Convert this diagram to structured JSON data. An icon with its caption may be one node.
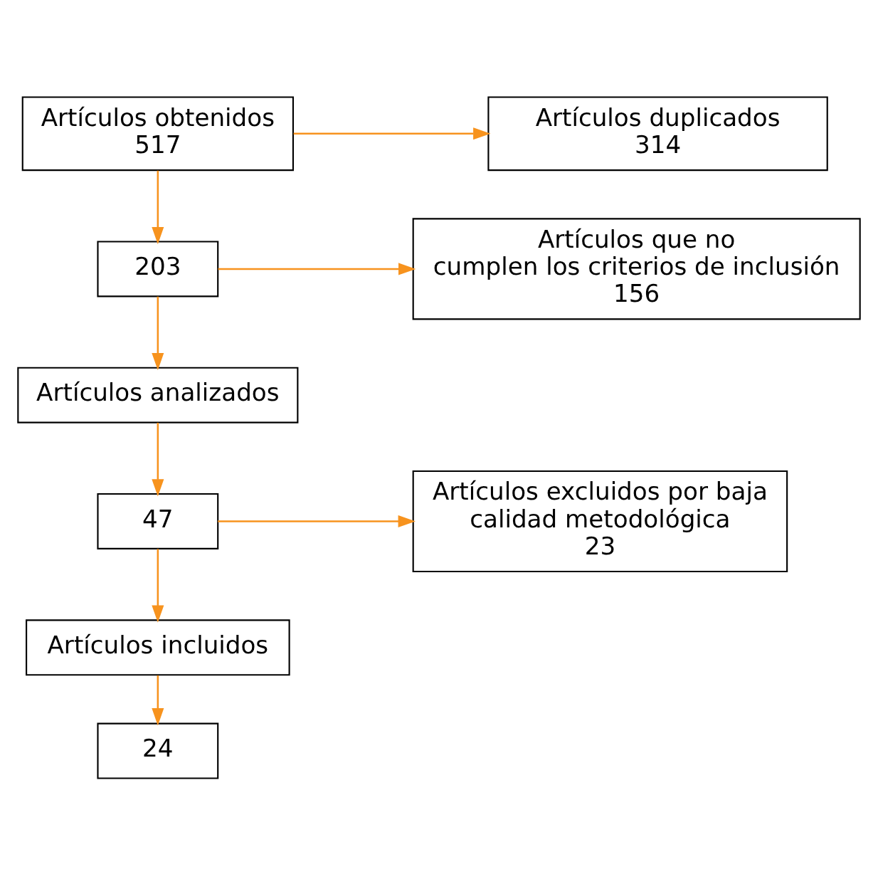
{
  "diagram": {
    "nodes": [
      {
        "text": [
          "Artículos obtenidos",
          "517"
        ]
      },
      {
        "text": [
          "Artículos duplicados",
          "314"
        ]
      },
      {
        "text": [
          "203"
        ]
      },
      {
        "text": [
          "Artículos que no cumplen los criterios de inclusión",
          "156"
        ]
      },
      {
        "text": [
          "Artículos analizados"
        ]
      },
      {
        "text": [
          "47"
        ]
      },
      {
        "text": [
          "Artículos excluidos por baja calidad metodológica",
          "23"
        ]
      },
      {
        "text": [
          "Artículos incluidos"
        ]
      },
      {
        "text": [
          "24"
        ]
      }
    ],
    "edges": [
      {
        "from": 0,
        "to": 1,
        "arrow": "to"
      },
      {
        "from": 0,
        "to": 2,
        "arrow": "to"
      },
      {
        "from": 2,
        "to": 3,
        "arrow": "to"
      },
      {
        "from": 2,
        "to": 4,
        "arrow": "to"
      },
      {
        "from": 4,
        "to": 5,
        "arrow": "to"
      },
      {
        "from": 5,
        "to": 6,
        "arrow": "to"
      },
      {
        "from": 5,
        "to": 7,
        "arrow": "to"
      },
      {
        "from": 7,
        "to": 8,
        "arrow": "to"
      }
    ]
  }
}
